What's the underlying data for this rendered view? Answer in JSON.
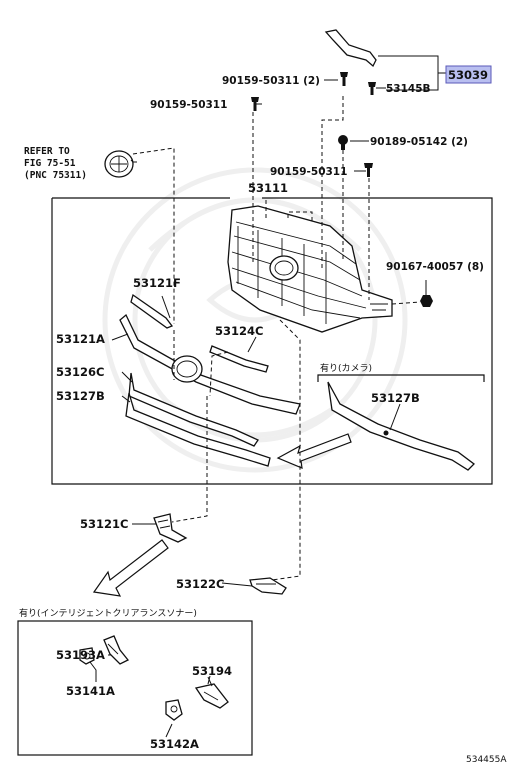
{
  "labels": {
    "p53039": "53039",
    "p53145b": "53145B",
    "bolt1": "90159-50311 (2)",
    "bolt2": "90159-50311",
    "bolt3": "90189-05142 (2)",
    "bolt4": "90159-50311",
    "bolt5": "90167-40057 (8)",
    "p53111": "53111",
    "p53121f": "53121F",
    "p53121a": "53121A",
    "p53124c": "53124C",
    "p53126c": "53126C",
    "p53127b_left": "53127B",
    "p53127b_right": "53127B",
    "p53121c": "53121C",
    "p53122c": "53122C",
    "p53193a": "53193A",
    "p53194": "53194",
    "p53141a": "53141A",
    "p53142a": "53142A"
  },
  "notes": {
    "refer_line1": "REFER TO",
    "refer_line2": "FIG 75-51",
    "refer_line3": "(PNC 75311)",
    "camera_option": "有り(カメラ)",
    "sonar_option": "有り(インテリジェントクリアランスソナー)",
    "figure_code": "534455A"
  },
  "colors": {
    "highlight": "#b9bff0",
    "line": "#111111"
  }
}
